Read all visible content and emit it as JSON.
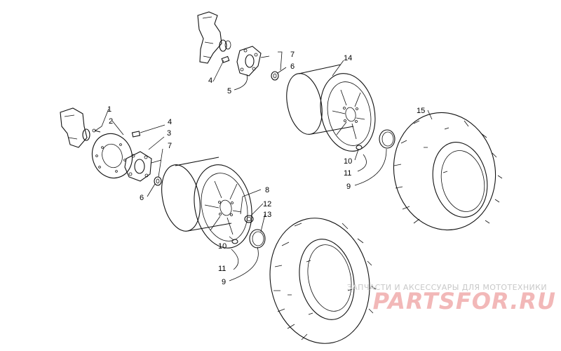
{
  "callouts": [
    {
      "id": "c1",
      "text": "1"
    },
    {
      "id": "c2",
      "text": "2"
    },
    {
      "id": "c3",
      "text": "3"
    },
    {
      "id": "c4a",
      "text": "4"
    },
    {
      "id": "c4b",
      "text": "4"
    },
    {
      "id": "c5",
      "text": "5"
    },
    {
      "id": "c6a",
      "text": "6"
    },
    {
      "id": "c6b",
      "text": "6"
    },
    {
      "id": "c7a",
      "text": "7"
    },
    {
      "id": "c7b",
      "text": "7"
    },
    {
      "id": "c8",
      "text": "8"
    },
    {
      "id": "c9a",
      "text": "9"
    },
    {
      "id": "c9b",
      "text": "9"
    },
    {
      "id": "c10a",
      "text": "10"
    },
    {
      "id": "c10b",
      "text": "10"
    },
    {
      "id": "c11a",
      "text": "11"
    },
    {
      "id": "c11b",
      "text": "11"
    },
    {
      "id": "c12",
      "text": "12"
    },
    {
      "id": "c13",
      "text": "13"
    },
    {
      "id": "c14",
      "text": "14"
    },
    {
      "id": "c15",
      "text": "15"
    }
  ],
  "watermark": {
    "caption": "ЗАПЧАСТИ И АКСЕССУАРЫ ДЛЯ МОТОТЕХНИКИ",
    "logo": "PARTSFOR.RU"
  }
}
